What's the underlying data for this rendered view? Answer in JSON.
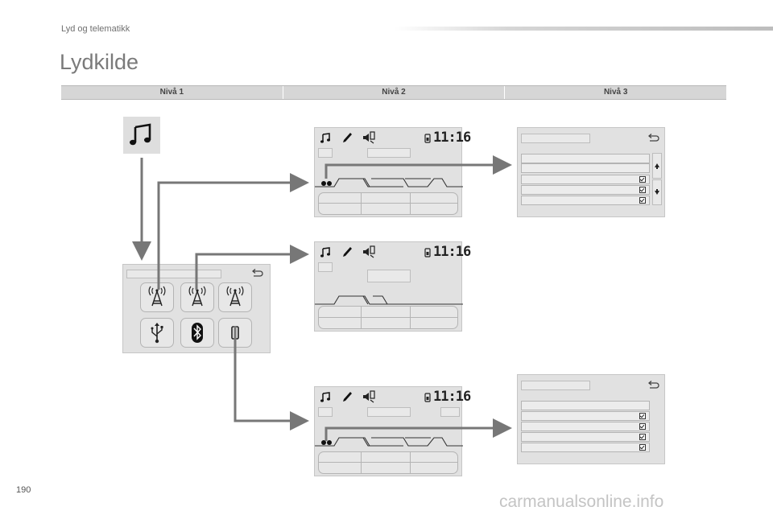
{
  "header": {
    "section_label": "Lyd og telematikk",
    "page_title": "Lydkilde"
  },
  "levels": [
    "Nivå 1",
    "Nivå 2",
    "Nivå 3"
  ],
  "screens": {
    "clock": "11:16"
  },
  "footer": {
    "page_number": "190",
    "watermark": "carmanualsonline.info"
  },
  "icons": {
    "music": "music-note-icon",
    "phone": "phone-icon",
    "media": "media-phone-icon",
    "back": "back-arrow-icon",
    "radio": "radio-antenna-icon",
    "usb": "usb-icon",
    "bluetooth": "bluetooth-icon",
    "aux": "aux-icon",
    "arrow_up": "arrow-up-icon",
    "arrow_down": "arrow-down-icon",
    "checkbox": "checkbox-checked-icon"
  },
  "colors": {
    "arrow": "#777777",
    "panel": "#e1e1e1",
    "header_bar": "#d6d6d6"
  }
}
